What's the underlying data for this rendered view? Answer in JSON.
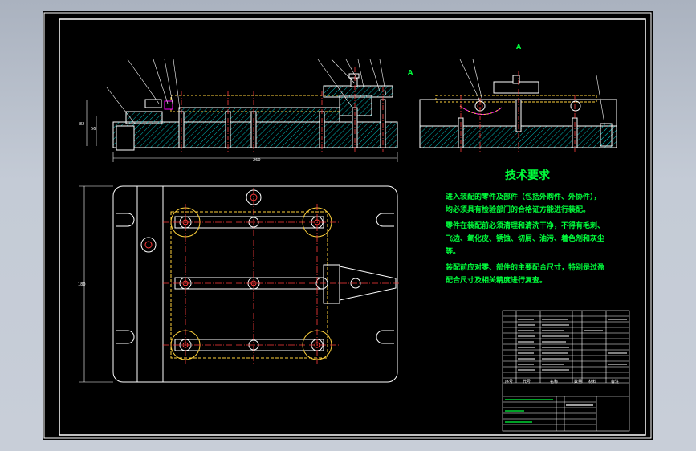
{
  "technical_requirements": {
    "title": "技术要求",
    "lines": [
      "进入装配的零件及部件（包括外购件、外协件），",
      "均必须具有检验部门的合格证方能进行装配。",
      "零件在装配前必须清理和清洗干净，不得有毛刺、",
      "飞边、氧化皮、锈蚀、切屑、油污、着色剂和灰尘",
      "等。",
      "装配前应对零、部件的主要配合尺寸，特别是过盈",
      "配合尺寸及相关精度进行复查。"
    ]
  },
  "section_marks": {
    "view_a_top": "A",
    "view_a_side": "A"
  },
  "title_block": {
    "header_seq": "序号",
    "header_code": "代号",
    "header_name": "名称",
    "header_qty": "数量",
    "header_material": "材料",
    "header_note": "备注"
  },
  "colors": {
    "background": "#000000",
    "frame": "#ffffff",
    "outline": "#ffffff",
    "hatch": "#00c8c8",
    "hidden": "#ffd23c",
    "center": "#ff3c3c",
    "text": "#00ff3c",
    "highlight": "#ff00ff"
  }
}
